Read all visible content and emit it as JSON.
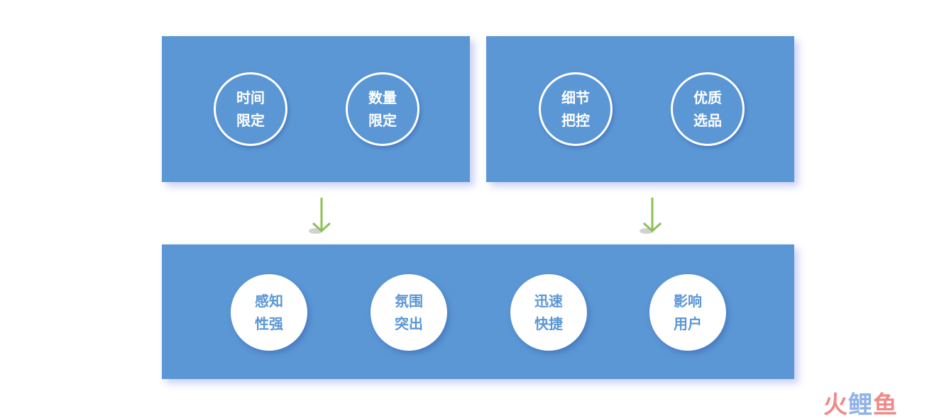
{
  "top_left": {
    "nodes": [
      {
        "line1": "时间",
        "line2": "限定"
      },
      {
        "line1": "数量",
        "line2": "限定"
      }
    ]
  },
  "top_right": {
    "nodes": [
      {
        "line1": "细节",
        "line2": "把控"
      },
      {
        "line1": "优质",
        "line2": "选品"
      }
    ]
  },
  "bottom": {
    "nodes": [
      {
        "line1": "感知",
        "line2": "性强"
      },
      {
        "line1": "氛围",
        "line2": "突出"
      },
      {
        "line1": "迅速",
        "line2": "快捷"
      },
      {
        "line1": "影响",
        "line2": "用户"
      }
    ]
  },
  "watermark": {
    "part1": "火",
    "part2": "鲤",
    "part3": "鱼"
  },
  "colors": {
    "panel": "#5b97d5",
    "arrow": "#8cc152",
    "circle_fill": "#ffffff",
    "circle_text_on_fill": "#5b97d5"
  }
}
